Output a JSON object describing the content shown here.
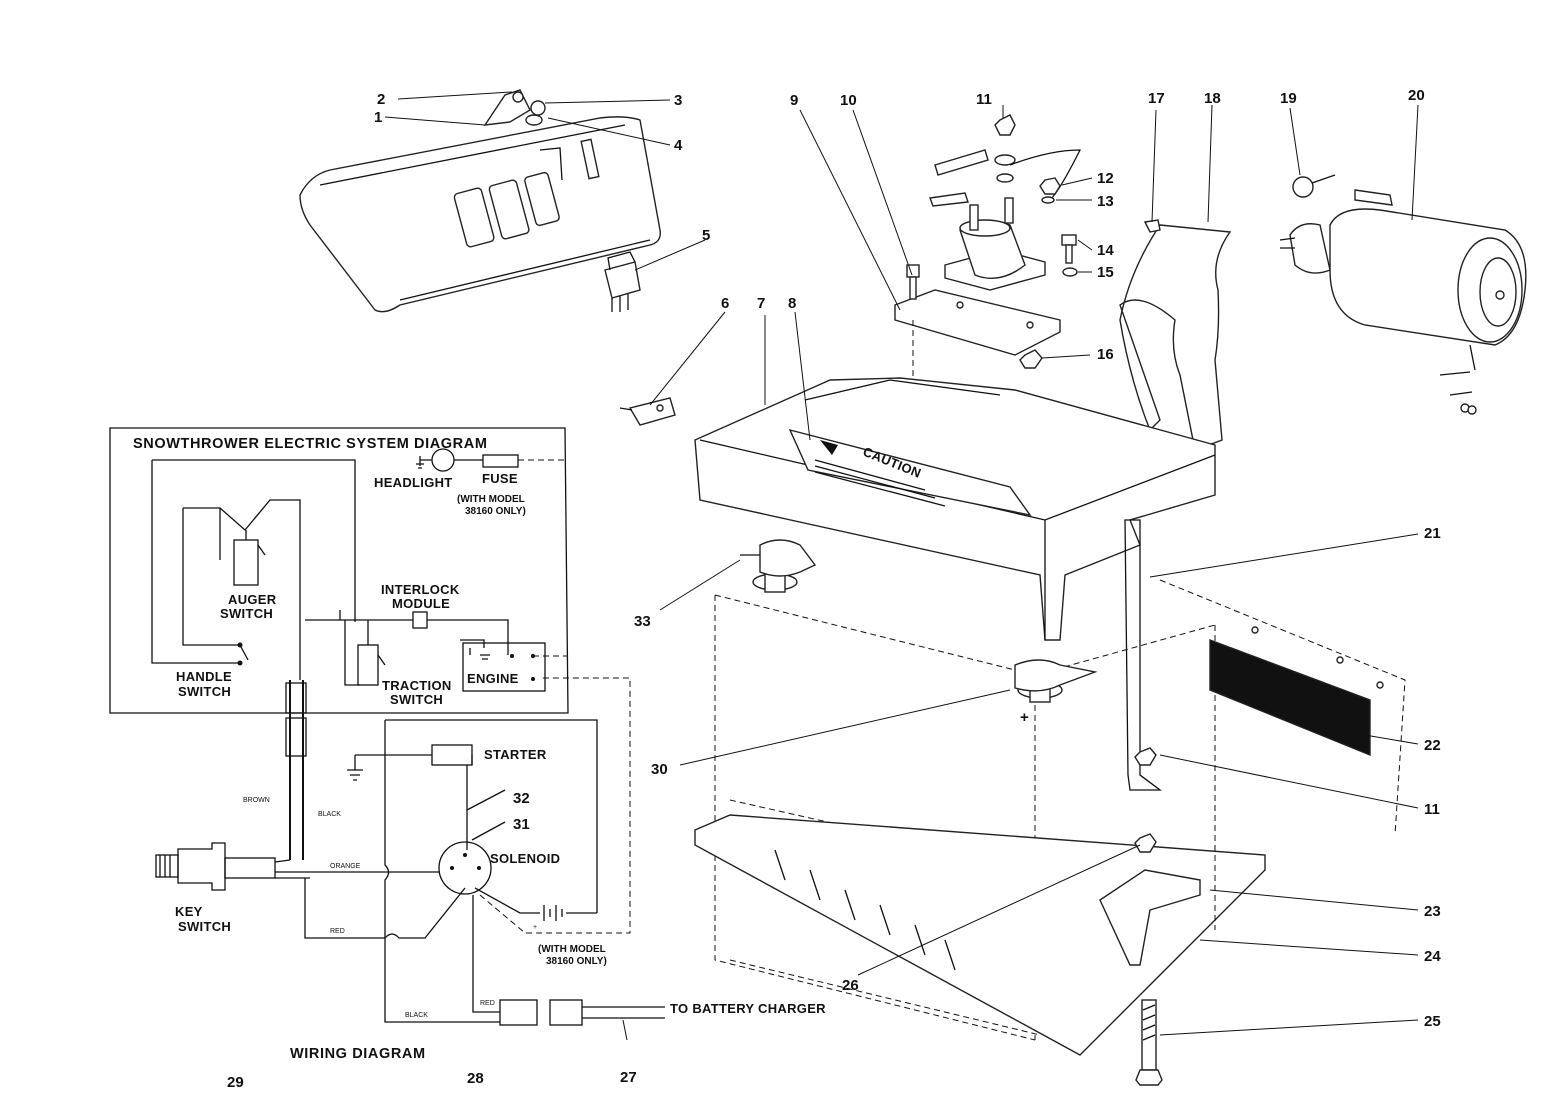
{
  "parts": {
    "p1": "1",
    "p2": "2",
    "p3": "3",
    "p4": "4",
    "p5": "5",
    "p6": "6",
    "p7": "7",
    "p8": "8",
    "p9": "9",
    "p10": "10",
    "p11a": "11",
    "p11b": "11",
    "p12": "12",
    "p13": "13",
    "p14": "14",
    "p15": "15",
    "p16": "16",
    "p17": "17",
    "p18": "18",
    "p19": "19",
    "p20": "20",
    "p21": "21",
    "p22": "22",
    "p23": "23",
    "p24": "24",
    "p25": "25",
    "p26": "26",
    "p27": "27",
    "p28": "28",
    "p29": "29",
    "p30": "30",
    "p31": "31",
    "p32": "32",
    "p33": "33"
  },
  "battery_cover": {
    "caution_label": "CAUTION"
  },
  "system_diagram": {
    "title": "SNOWTHROWER ELECTRIC SYSTEM DIAGRAM",
    "headlight": "HEADLIGHT",
    "fuse": "FUSE",
    "model_note_1": "(WITH MODEL",
    "model_note_2": "38160 ONLY)",
    "auger_1": "AUGER",
    "auger_2": "SWITCH",
    "interlock_1": "INTERLOCK",
    "interlock_2": "MODULE",
    "handle_1": "HANDLE",
    "handle_2": "SWITCH",
    "traction_1": "TRACTION",
    "traction_2": "SWITCH",
    "engine": "ENGINE"
  },
  "wiring_diagram": {
    "title": "WIRING DIAGRAM",
    "starter": "STARTER",
    "solenoid": "SOLENOID",
    "key_1": "KEY",
    "key_2": "SWITCH",
    "model_note_1": "(WITH MODEL",
    "model_note_2": "38160 ONLY)",
    "to_charger": "TO BATTERY CHARGER",
    "wire_brown": "BROWN",
    "wire_black_1": "BLACK",
    "wire_orange": "ORANGE",
    "wire_red_1": "RED",
    "wire_red_2": "RED",
    "wire_black_2": "BLACK"
  }
}
